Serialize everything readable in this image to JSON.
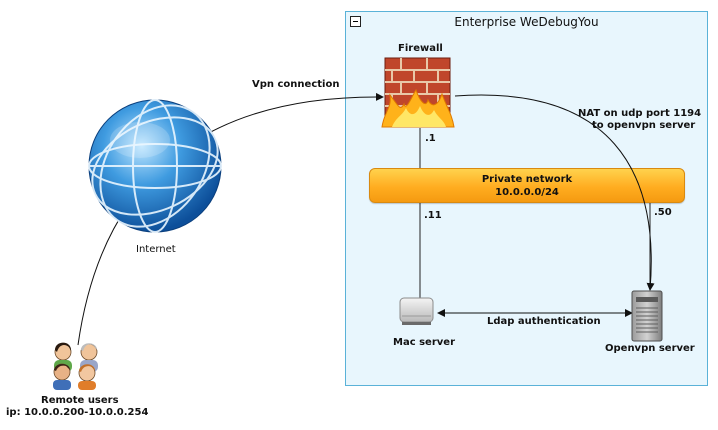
{
  "group": {
    "title": "Enterprise WeDebugYou"
  },
  "nodes": {
    "firewall": "Firewall",
    "internet": "Internet",
    "private_network": {
      "name": "Private network",
      "subnet": "10.0.0.0/24"
    },
    "mac_server": "Mac server",
    "openvpn_server": "Openvpn server",
    "remote_users": {
      "name": "Remote users",
      "ip": "ip: 10.0.0.200-10.0.0.254"
    }
  },
  "edges": {
    "vpn": "Vpn connection",
    "nat_line1": "NAT on udp port 1194",
    "nat_line2": "to openvpn server",
    "firewall_ip": ".1",
    "mac_ip": ".11",
    "openvpn_ip": ".50",
    "ldap": "Ldap authentication"
  }
}
